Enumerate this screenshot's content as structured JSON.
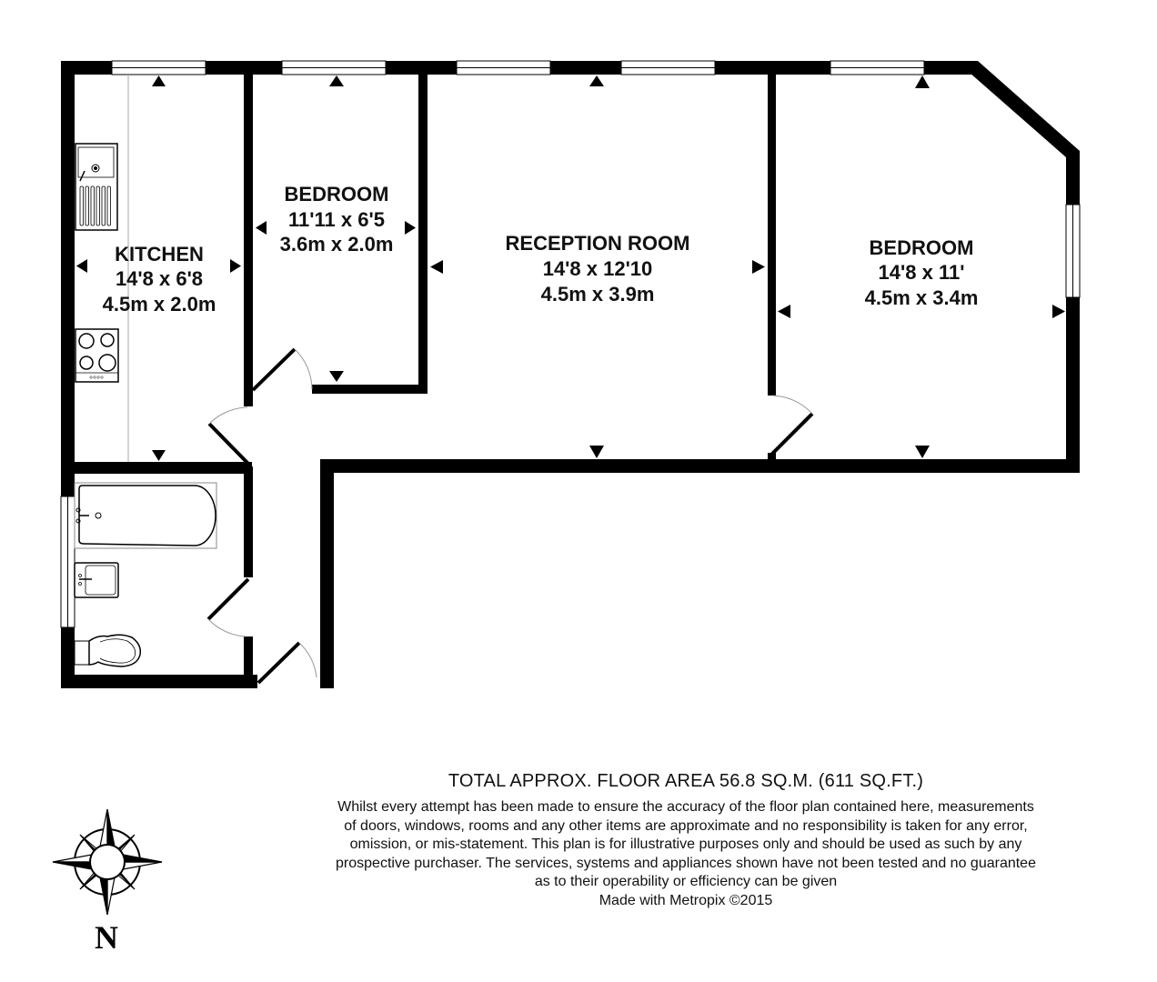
{
  "plan": {
    "rooms": [
      {
        "id": "kitchen",
        "name": "KITCHEN",
        "imperial": "14'8 x 6'8",
        "metric": "4.5m x 2.0m"
      },
      {
        "id": "bedroom-small",
        "name": "BEDROOM",
        "imperial": "11'11 x 6'5",
        "metric": "3.6m x 2.0m"
      },
      {
        "id": "reception",
        "name": "RECEPTION ROOM",
        "imperial": "14'8 x 12'10",
        "metric": "4.5m x 3.9m"
      },
      {
        "id": "bedroom-large",
        "name": "BEDROOM",
        "imperial": "14'8 x 11'",
        "metric": "4.5m x 3.4m"
      }
    ],
    "compass_label": "N",
    "wall_color": "#000000",
    "background_color": "#ffffff"
  },
  "footer": {
    "title": "TOTAL APPROX. FLOOR AREA 56.8 SQ.M. (611 SQ.FT.)",
    "disclaimer_lines": [
      "Whilst every attempt has been made to ensure the accuracy of the floor plan contained here, measurements",
      "of doors, windows, rooms and any other items are approximate and no responsibility is taken for any error,",
      "omission, or mis-statement. This plan is for illustrative purposes only and should be used as such by any",
      "prospective purchaser. The services, systems and appliances shown have not been tested and no guarantee",
      "as to their operability or efficiency can be given"
    ],
    "credit": "Made with Metropix ©2015"
  }
}
